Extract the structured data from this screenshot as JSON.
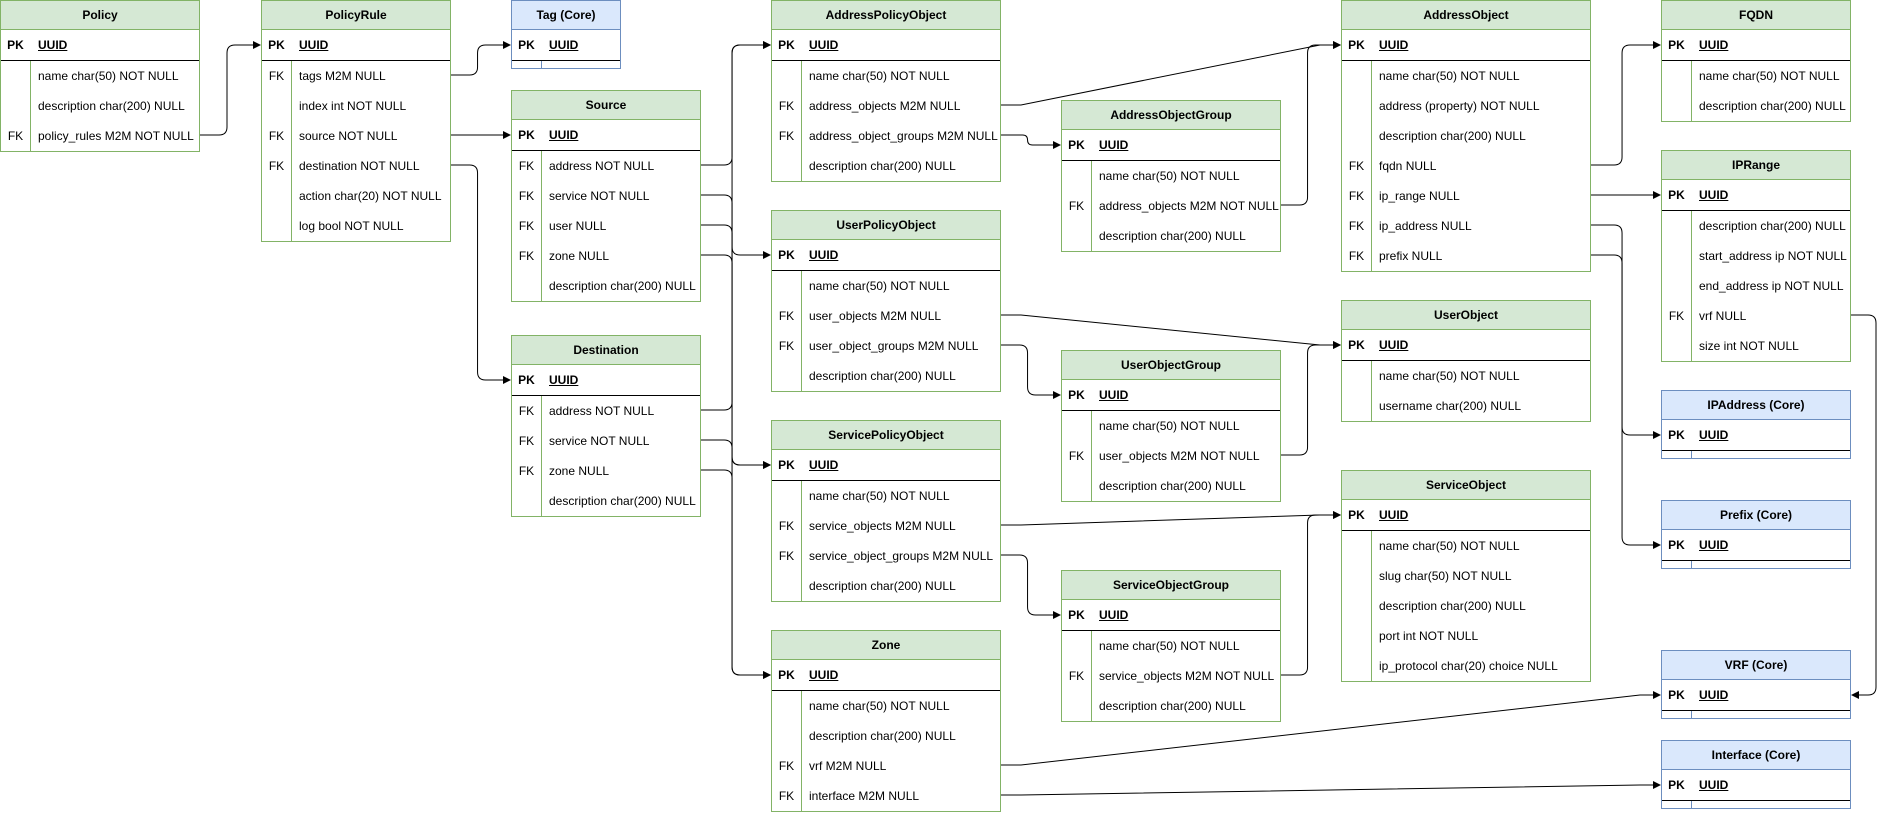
{
  "entities": {
    "policy": {
      "title": "Policy",
      "pk": "UUID",
      "fields": [
        {
          "key": "",
          "name": "name char(50) NOT NULL"
        },
        {
          "key": "",
          "name": "description char(200) NULL"
        },
        {
          "key": "FK",
          "name": "policy_rules M2M NOT NULL"
        }
      ]
    },
    "policyrule": {
      "title": "PolicyRule",
      "pk": "UUID",
      "fields": [
        {
          "key": "FK",
          "name": "tags M2M NULL"
        },
        {
          "key": "",
          "name": "index int NOT NULL"
        },
        {
          "key": "FK",
          "name": "source NOT NULL"
        },
        {
          "key": "FK",
          "name": "destination NOT NULL"
        },
        {
          "key": "",
          "name": "action char(20) NOT NULL"
        },
        {
          "key": "",
          "name": "log bool NOT NULL"
        }
      ]
    },
    "tag": {
      "title": "Tag (Core)",
      "pk": "UUID",
      "fields": []
    },
    "source": {
      "title": "Source",
      "pk": "UUID",
      "fields": [
        {
          "key": "FK",
          "name": "address NOT NULL"
        },
        {
          "key": "FK",
          "name": "service NOT NULL"
        },
        {
          "key": "FK",
          "name": "user NULL"
        },
        {
          "key": "FK",
          "name": "zone NULL"
        },
        {
          "key": "",
          "name": "description char(200) NULL"
        }
      ]
    },
    "destination": {
      "title": "Destination",
      "pk": "UUID",
      "fields": [
        {
          "key": "FK",
          "name": "address NOT NULL"
        },
        {
          "key": "FK",
          "name": "service NOT NULL"
        },
        {
          "key": "FK",
          "name": "zone NULL"
        },
        {
          "key": "",
          "name": "description char(200) NULL"
        }
      ]
    },
    "addresspolicyobject": {
      "title": "AddressPolicyObject",
      "pk": "UUID",
      "fields": [
        {
          "key": "",
          "name": "name char(50) NOT NULL"
        },
        {
          "key": "FK",
          "name": "address_objects M2M NULL"
        },
        {
          "key": "FK",
          "name": "address_object_groups M2M NULL"
        },
        {
          "key": "",
          "name": "description char(200) NULL"
        }
      ]
    },
    "userpolicyobject": {
      "title": "UserPolicyObject",
      "pk": "UUID",
      "fields": [
        {
          "key": "",
          "name": "name char(50) NOT NULL"
        },
        {
          "key": "FK",
          "name": "user_objects M2M NULL"
        },
        {
          "key": "FK",
          "name": "user_object_groups M2M NULL"
        },
        {
          "key": "",
          "name": "description char(200) NULL"
        }
      ]
    },
    "servicepolicyobject": {
      "title": "ServicePolicyObject",
      "pk": "UUID",
      "fields": [
        {
          "key": "",
          "name": "name char(50) NOT NULL"
        },
        {
          "key": "FK",
          "name": "service_objects M2M NULL"
        },
        {
          "key": "FK",
          "name": "service_object_groups M2M NULL"
        },
        {
          "key": "",
          "name": "description char(200) NULL"
        }
      ]
    },
    "zone": {
      "title": "Zone",
      "pk": "UUID",
      "fields": [
        {
          "key": "",
          "name": "name char(50) NOT NULL"
        },
        {
          "key": "",
          "name": "description char(200) NULL"
        },
        {
          "key": "FK",
          "name": "vrf M2M NULL"
        },
        {
          "key": "FK",
          "name": "interface M2M NULL"
        }
      ]
    },
    "addressobjectgroup": {
      "title": "AddressObjectGroup",
      "pk": "UUID",
      "fields": [
        {
          "key": "",
          "name": "name char(50) NOT NULL"
        },
        {
          "key": "FK",
          "name": "address_objects M2M NOT NULL"
        },
        {
          "key": "",
          "name": "description char(200) NULL"
        }
      ]
    },
    "userobjectgroup": {
      "title": "UserObjectGroup",
      "pk": "UUID",
      "fields": [
        {
          "key": "",
          "name": "name char(50) NOT NULL"
        },
        {
          "key": "FK",
          "name": "user_objects M2M NOT NULL"
        },
        {
          "key": "",
          "name": "description char(200) NULL"
        }
      ]
    },
    "serviceobjectgroup": {
      "title": "ServiceObjectGroup",
      "pk": "UUID",
      "fields": [
        {
          "key": "",
          "name": "name char(50) NOT NULL"
        },
        {
          "key": "FK",
          "name": "service_objects M2M NOT NULL"
        },
        {
          "key": "",
          "name": "description char(200) NULL"
        }
      ]
    },
    "addressobject": {
      "title": "AddressObject",
      "pk": "UUID",
      "fields": [
        {
          "key": "",
          "name": "name char(50) NOT NULL"
        },
        {
          "key": "",
          "name": "address (property) NOT NULL"
        },
        {
          "key": "",
          "name": "description char(200) NULL"
        },
        {
          "key": "FK",
          "name": "fqdn NULL"
        },
        {
          "key": "FK",
          "name": "ip_range NULL"
        },
        {
          "key": "FK",
          "name": "ip_address NULL"
        },
        {
          "key": "FK",
          "name": "prefix NULL"
        }
      ]
    },
    "userobject": {
      "title": "UserObject",
      "pk": "UUID",
      "fields": [
        {
          "key": "",
          "name": "name char(50) NOT NULL"
        },
        {
          "key": "",
          "name": "username char(200) NULL"
        }
      ]
    },
    "serviceobject": {
      "title": "ServiceObject",
      "pk": "UUID",
      "fields": [
        {
          "key": "",
          "name": "name char(50) NOT NULL"
        },
        {
          "key": "",
          "name": "slug char(50) NOT NULL"
        },
        {
          "key": "",
          "name": "description char(200) NULL"
        },
        {
          "key": "",
          "name": "port int NOT NULL"
        },
        {
          "key": "",
          "name": "ip_protocol char(20) choice NULL"
        }
      ]
    },
    "fqdn": {
      "title": "FQDN",
      "pk": "UUID",
      "fields": [
        {
          "key": "",
          "name": "name char(50) NOT NULL"
        },
        {
          "key": "",
          "name": "description char(200) NULL"
        }
      ]
    },
    "iprange": {
      "title": "IPRange",
      "pk": "UUID",
      "fields": [
        {
          "key": "",
          "name": "description char(200) NULL"
        },
        {
          "key": "",
          "name": "start_address ip NOT NULL"
        },
        {
          "key": "",
          "name": "end_address ip NOT NULL"
        },
        {
          "key": "FK",
          "name": "vrf  NULL"
        },
        {
          "key": "",
          "name": "size int NOT  NULL"
        }
      ]
    },
    "ipaddress": {
      "title": "IPAddress (Core)",
      "pk": "UUID",
      "fields": []
    },
    "prefix": {
      "title": "Prefix (Core)",
      "pk": "UUID",
      "fields": []
    },
    "vrf": {
      "title": "VRF (Core)",
      "pk": "UUID",
      "fields": []
    },
    "interface": {
      "title": "Interface (Core)",
      "pk": "UUID",
      "fields": []
    }
  },
  "pk_label": "PK",
  "colors": {
    "entity_fill": "#d5e8d4",
    "entity_stroke": "#82b366",
    "core_fill": "#dae8fc",
    "core_stroke": "#6c8ebf",
    "edge": "#000000"
  }
}
